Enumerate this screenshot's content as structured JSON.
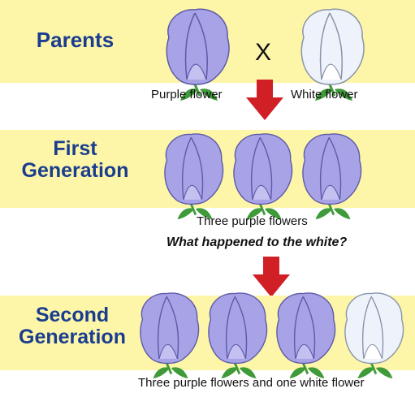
{
  "rows": {
    "parents": {
      "title": "Parents",
      "cross_symbol": "X",
      "label_left": "Purple flower",
      "label_right": "White flower"
    },
    "first": {
      "title_line1": "First",
      "title_line2": "Generation",
      "caption": "Three purple flowers",
      "question": "What happened to the white?"
    },
    "second": {
      "title_line1": "Second",
      "title_line2": "Generation",
      "caption": "Three purple flowers and one white flower"
    }
  },
  "colors": {
    "band": "#fdf6a8",
    "heading": "#1a3d8f",
    "arrow": "#d11f26",
    "purple_petal": "#a7a3e6",
    "white_petal": "#eef3fb",
    "leaf": "#3f9a3a"
  },
  "icons": {
    "flower": "sweet-pea-flower-icon",
    "arrow": "down-arrow-icon"
  }
}
